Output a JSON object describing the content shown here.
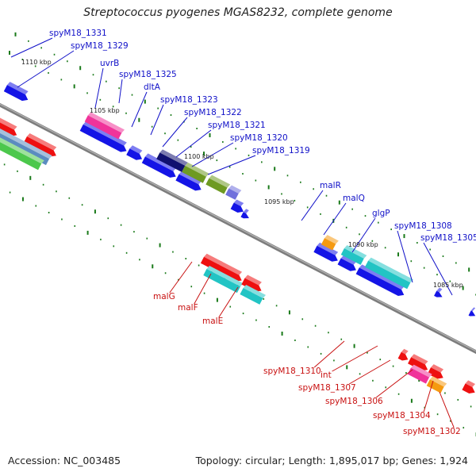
{
  "title": "Streptococcus pyogenes MGAS8232, complete genome",
  "footer": {
    "accession": "Accession: NC_003485",
    "topology": "Topology: circular; Length: 1,895,017 bp; Genes: 1,924"
  },
  "colors": {
    "backbone": "#8c8c8c",
    "forward_label": "#1010c8",
    "reverse_label": "#c81010",
    "tick": "#1a7a1a"
  },
  "scale_ticks": [
    "1110 kbp",
    "1105 kbp",
    "1100 kbp",
    "1095 kbp",
    "1090 kbp",
    "1085 kbp"
  ],
  "forward_genes": [
    "spyM18_1331",
    "spyM18_1329",
    "uvrB",
    "spyM18_1325",
    "dltA",
    "spyM18_1323",
    "spyM18_1322",
    "spyM18_1321",
    "spyM18_1320",
    "spyM18_1319",
    "malR",
    "malQ",
    "glgP",
    "spyM18_1308",
    "spyM18_1305"
  ],
  "reverse_genes": [
    "malG",
    "malF",
    "malE",
    "spyM18_1310",
    "int",
    "spyM18_1307",
    "spyM18_1306",
    "spyM18_1304",
    "spyM18_1302"
  ]
}
